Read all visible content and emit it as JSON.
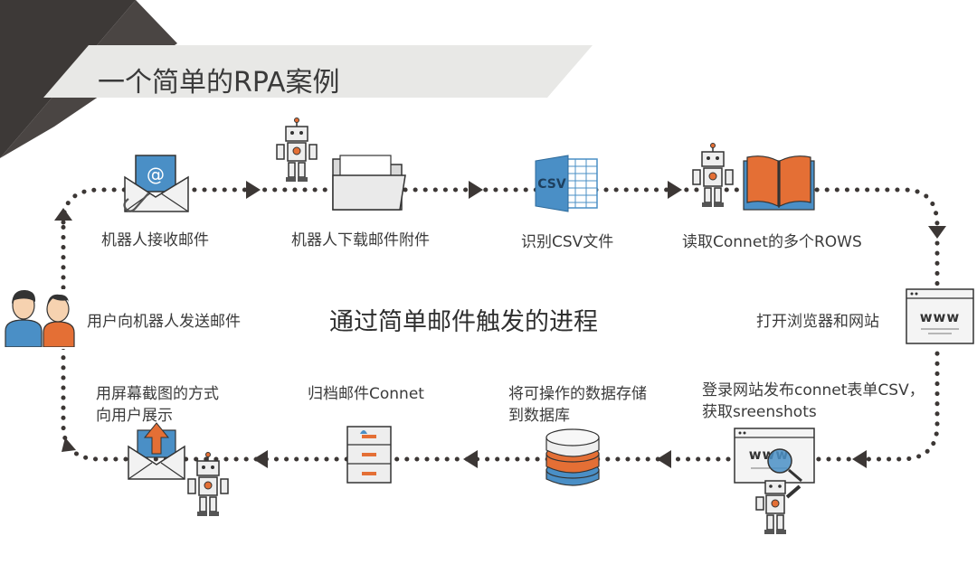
{
  "title": "一个简单的RPA案例",
  "center_caption": "通过简单邮件触发的进程",
  "steps": {
    "receive_mail": "机器人接收邮件",
    "download_attachment": "机器人下载邮件附件",
    "identify_csv": "识别CSV文件",
    "read_rows": "读取Connet的多个ROWS",
    "open_browser": "打开浏览器和网站",
    "login_line1": "登录网站发布connet表单CSV，",
    "login_line2": "获取sreenshots",
    "store_line1": "将可操作的数据存储",
    "store_line2": "到数据库",
    "archive": "归档邮件Connet",
    "show_line1": "用屏幕截图的方式",
    "show_line2": "向用户展示",
    "user_send": "用户向机器人发送邮件"
  },
  "icons": {
    "csv_label": "CSV",
    "www_label_1": "www",
    "www_label_2": "www",
    "email_at": "@"
  },
  "colors": {
    "orange": "#e46f35",
    "blue": "#4a8fc6",
    "dark": "#3d3937",
    "gray_band": "#e6e6e4",
    "dots": "#3c3735"
  }
}
